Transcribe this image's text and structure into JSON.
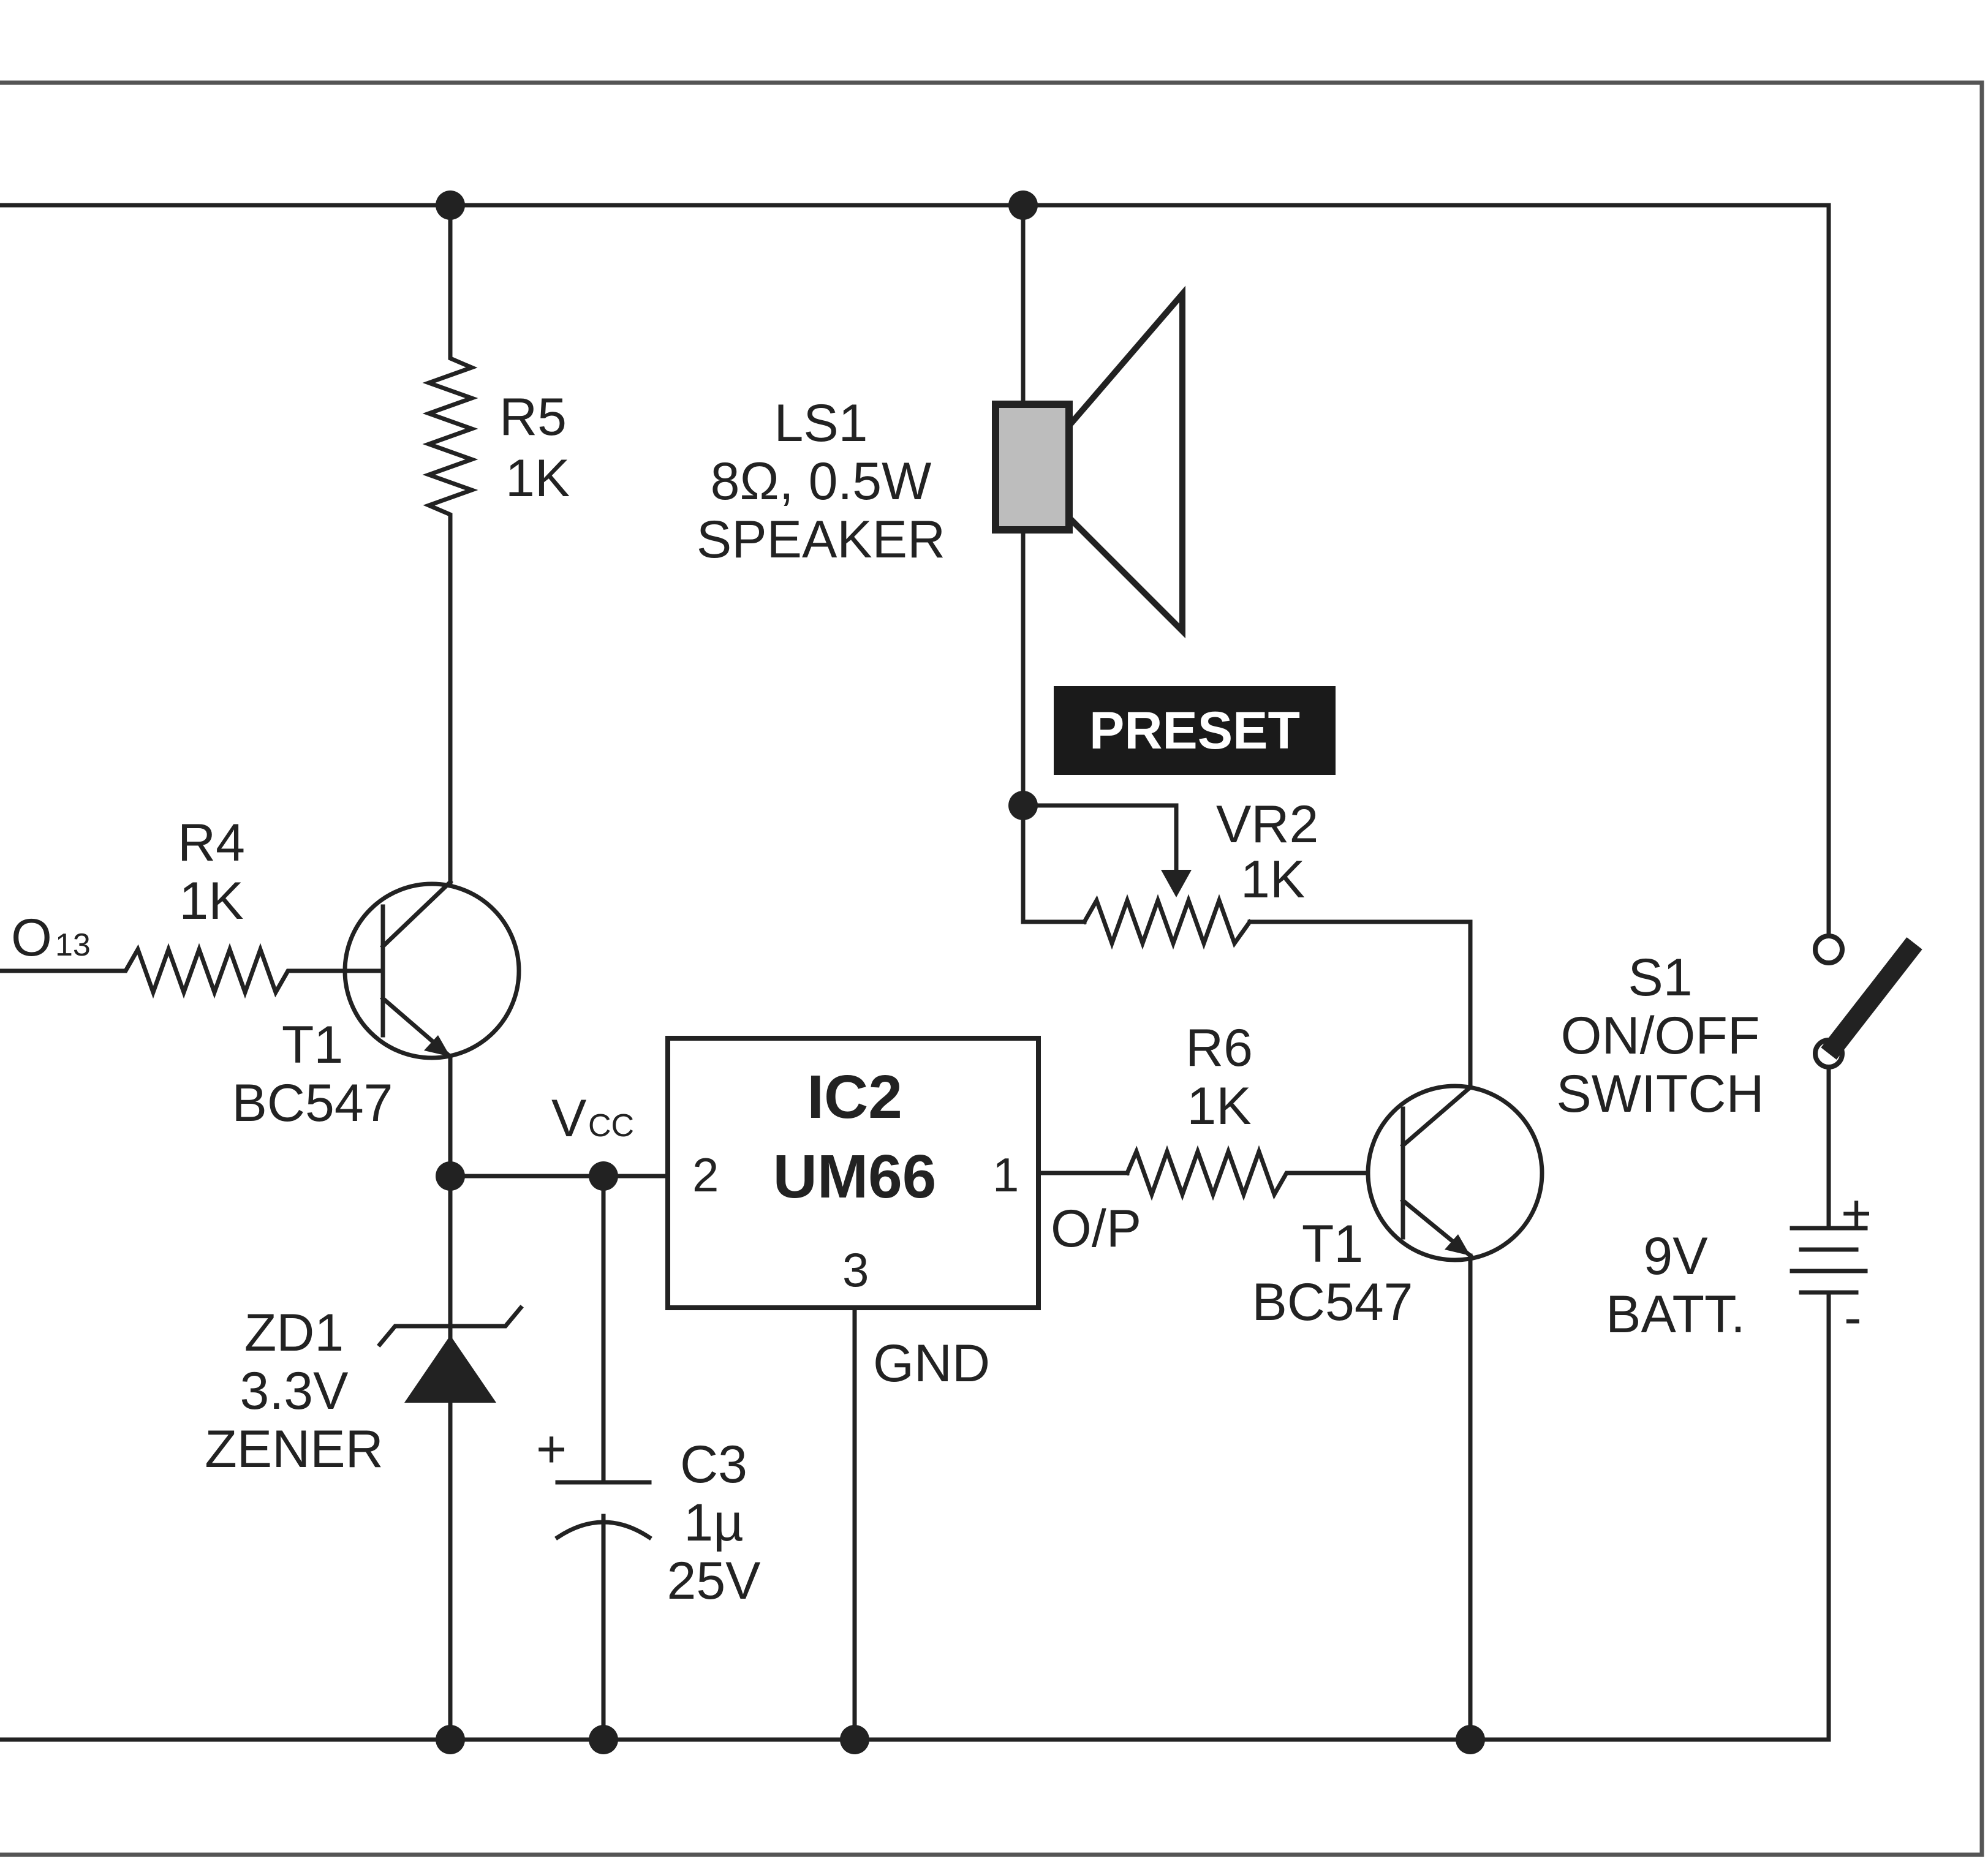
{
  "labels": {
    "r5": [
      "R5",
      "1K"
    ],
    "ls1": [
      "LS1",
      "8Ω, 0.5W",
      "SPEAKER"
    ],
    "preset": "PRESET",
    "vr2": [
      "VR2",
      "1K"
    ],
    "r4": [
      "R4",
      "1K"
    ],
    "input": "O",
    "input_sub": "13",
    "t1_left": [
      "T1",
      "BC547"
    ],
    "vcc": "V",
    "vcc_sub": "CC",
    "ic2": [
      "IC2",
      "UM66"
    ],
    "ic_pins": {
      "p1": "1",
      "p2": "2",
      "p3": "3"
    },
    "op": "O/P",
    "gnd": "GND",
    "r6": [
      "R6",
      "1K"
    ],
    "t1_right": [
      "T1",
      "BC547"
    ],
    "s1": [
      "S1",
      "ON/OFF",
      "SWITCH"
    ],
    "batt": [
      "9V",
      "BATT."
    ],
    "batt_plus": "+",
    "batt_minus": "-",
    "zd1": [
      "ZD1",
      "3.3V",
      "ZENER"
    ],
    "c3": [
      "C3",
      "1µ",
      "25V"
    ],
    "c3_plus": "+"
  },
  "colors": {
    "line": "#222222",
    "frame": "#555555",
    "speaker_fill": "#bdbdbd",
    "preset_bg": "#1a1a1a",
    "preset_text": "#ffffff"
  }
}
